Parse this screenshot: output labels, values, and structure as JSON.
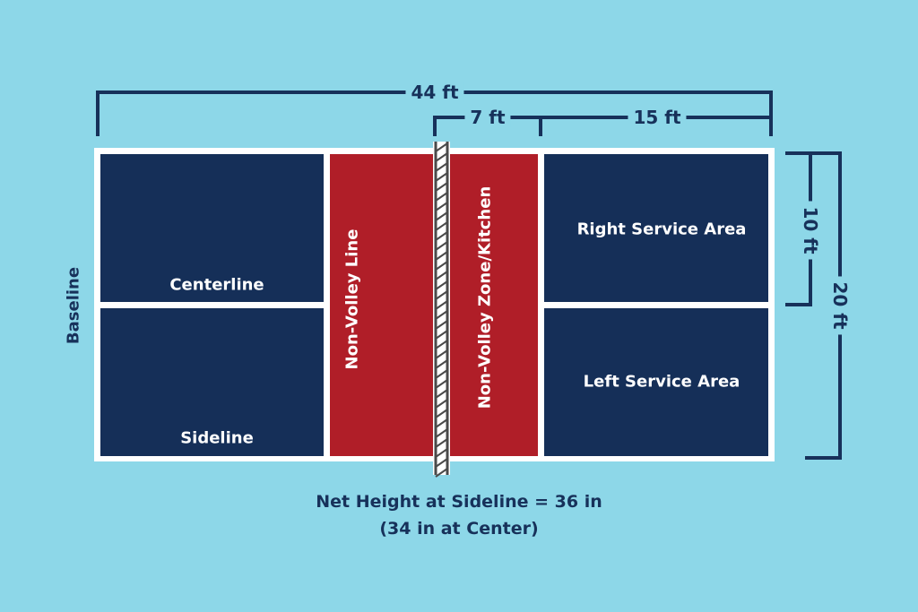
{
  "colors": {
    "background": "#8dd7e8",
    "court_blue": "#152f58",
    "kitchen_red": "#b01e28",
    "line_white": "#ffffff",
    "dimension_navy": "#17315a"
  },
  "court_labels": {
    "centerline": "Centerline",
    "sideline": "Sideline",
    "non_volley_line": "Non-Volley Line",
    "kitchen": "Non-Volley Zone/Kitchen",
    "right_service_area": "Right Service Area",
    "left_service_area": "Left Service Area",
    "baseline": "Baseline"
  },
  "dimensions": {
    "length": "44 ft",
    "kitchen_depth": "7 ft",
    "service_depth": "15 ft",
    "half_width": "10 ft",
    "width": "20 ft"
  },
  "net": {
    "line1": "Net Height at Sideline = 36 in",
    "line2": "(34 in at Center)"
  }
}
